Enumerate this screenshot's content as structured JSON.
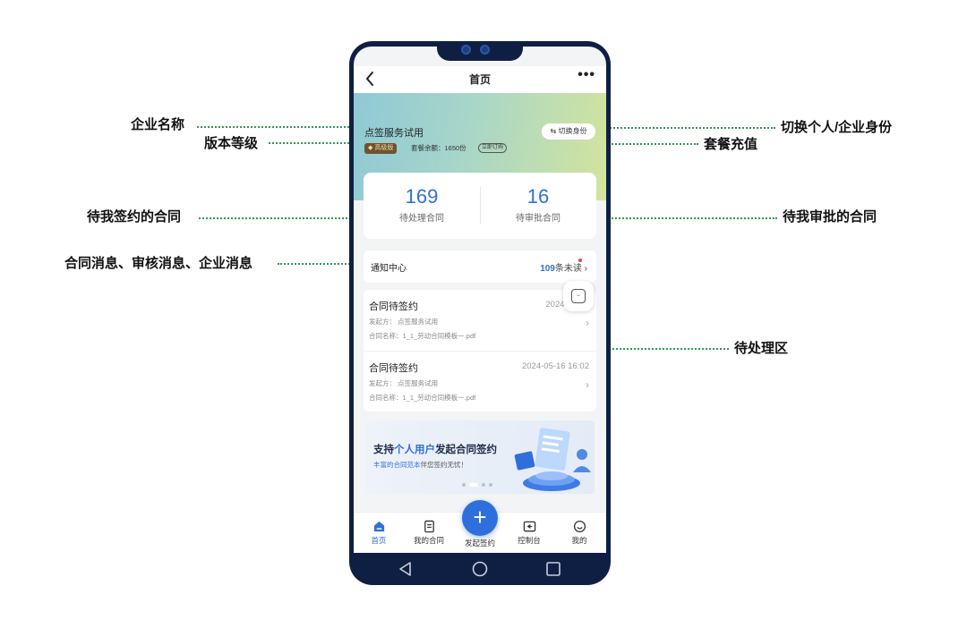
{
  "annotations": {
    "company_name": "企业名称",
    "version_level": "版本等级",
    "pending_sign": "待我签约的合同",
    "messages": "合同消息、审核消息、企业消息",
    "switch_identity": "切换个人/企业身份",
    "package_recharge": "套餐充值",
    "pending_approve": "待我审批的合同",
    "pending_area": "待处理区"
  },
  "app": {
    "nav": {
      "back_icon": "chevron-left-icon",
      "title": "首页",
      "more_icon": "more-dots-icon"
    },
    "hero": {
      "company": "点签服务试用",
      "switch_label": "⇆ 切换身份",
      "badge": "高级版",
      "balance": "套餐余额：1650份",
      "recharge": "立即订购"
    },
    "stats": [
      {
        "value": "169",
        "label": "待处理合同"
      },
      {
        "value": "16",
        "label": "待审批合同"
      }
    ],
    "notice": {
      "title": "通知中心",
      "count": "109",
      "suffix": "条未读"
    },
    "tasks": [
      {
        "title": "合同待签约",
        "date": "2024-05-16",
        "initiator": "发起方：  点签服务试用",
        "contract": "合同名称：1_1_劳动合同模板一.pdf"
      },
      {
        "title": "合同待签约",
        "date": "2024-05-16 16:02",
        "initiator": "发起方：  点签服务试用",
        "contract": "合同名称：1_1_劳动合同模板一.pdf"
      }
    ],
    "banner": {
      "title_pre": "支持",
      "title_hl": "个人用户",
      "title_post": "发起合同签约",
      "sub_hl": "丰富的合同范本",
      "sub_post": "伴您签约无忧！",
      "page_count": 4,
      "active_page": 1
    },
    "tabbar": {
      "home": "首页",
      "contracts": "我的合同",
      "initiate": "发起签约",
      "console": "控制台",
      "mine": "我的"
    },
    "colors": {
      "primary": "#2f6fdc",
      "frame": "#0f1f44",
      "annotation_line": "#2e9a4a"
    }
  }
}
